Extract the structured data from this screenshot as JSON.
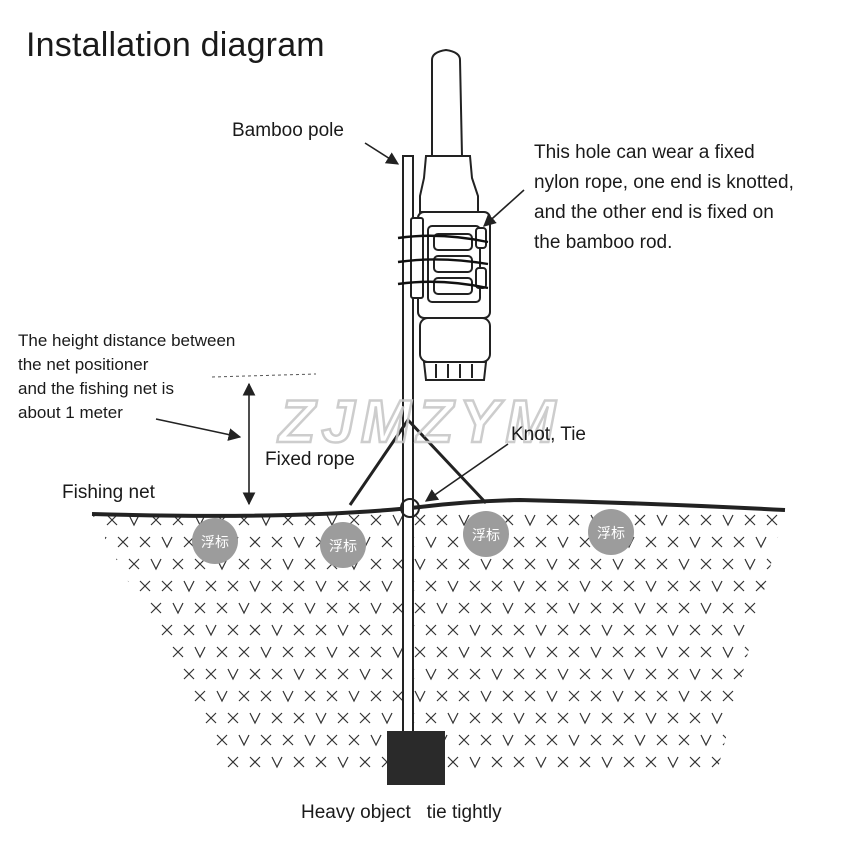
{
  "title": "Installation diagram",
  "labels": {
    "bamboo_pole": "Bamboo pole",
    "hole_note": [
      "This hole can wear a fixed",
      "nylon rope, one end is knotted,",
      "and the other end is fixed on",
      "the bamboo rod."
    ],
    "height_note": [
      "The height distance between",
      "the net positioner",
      "and the fishing net is",
      "about 1 meter"
    ],
    "fixed_rope": "Fixed rope",
    "knot_tie": "Knot, Tie",
    "fishing_net": "Fishing net",
    "heavy_object": "Heavy object   tie tightly"
  },
  "floats": [
    "浮标",
    "浮标",
    "浮标",
    "浮标"
  ],
  "watermark": "ZJMZYM",
  "colors": {
    "line": "#222222",
    "float_fill": "#9c9c9c",
    "float_text": "#ffffff",
    "weight_fill": "#2a2a2a",
    "watermark": "#cfcfcf"
  }
}
